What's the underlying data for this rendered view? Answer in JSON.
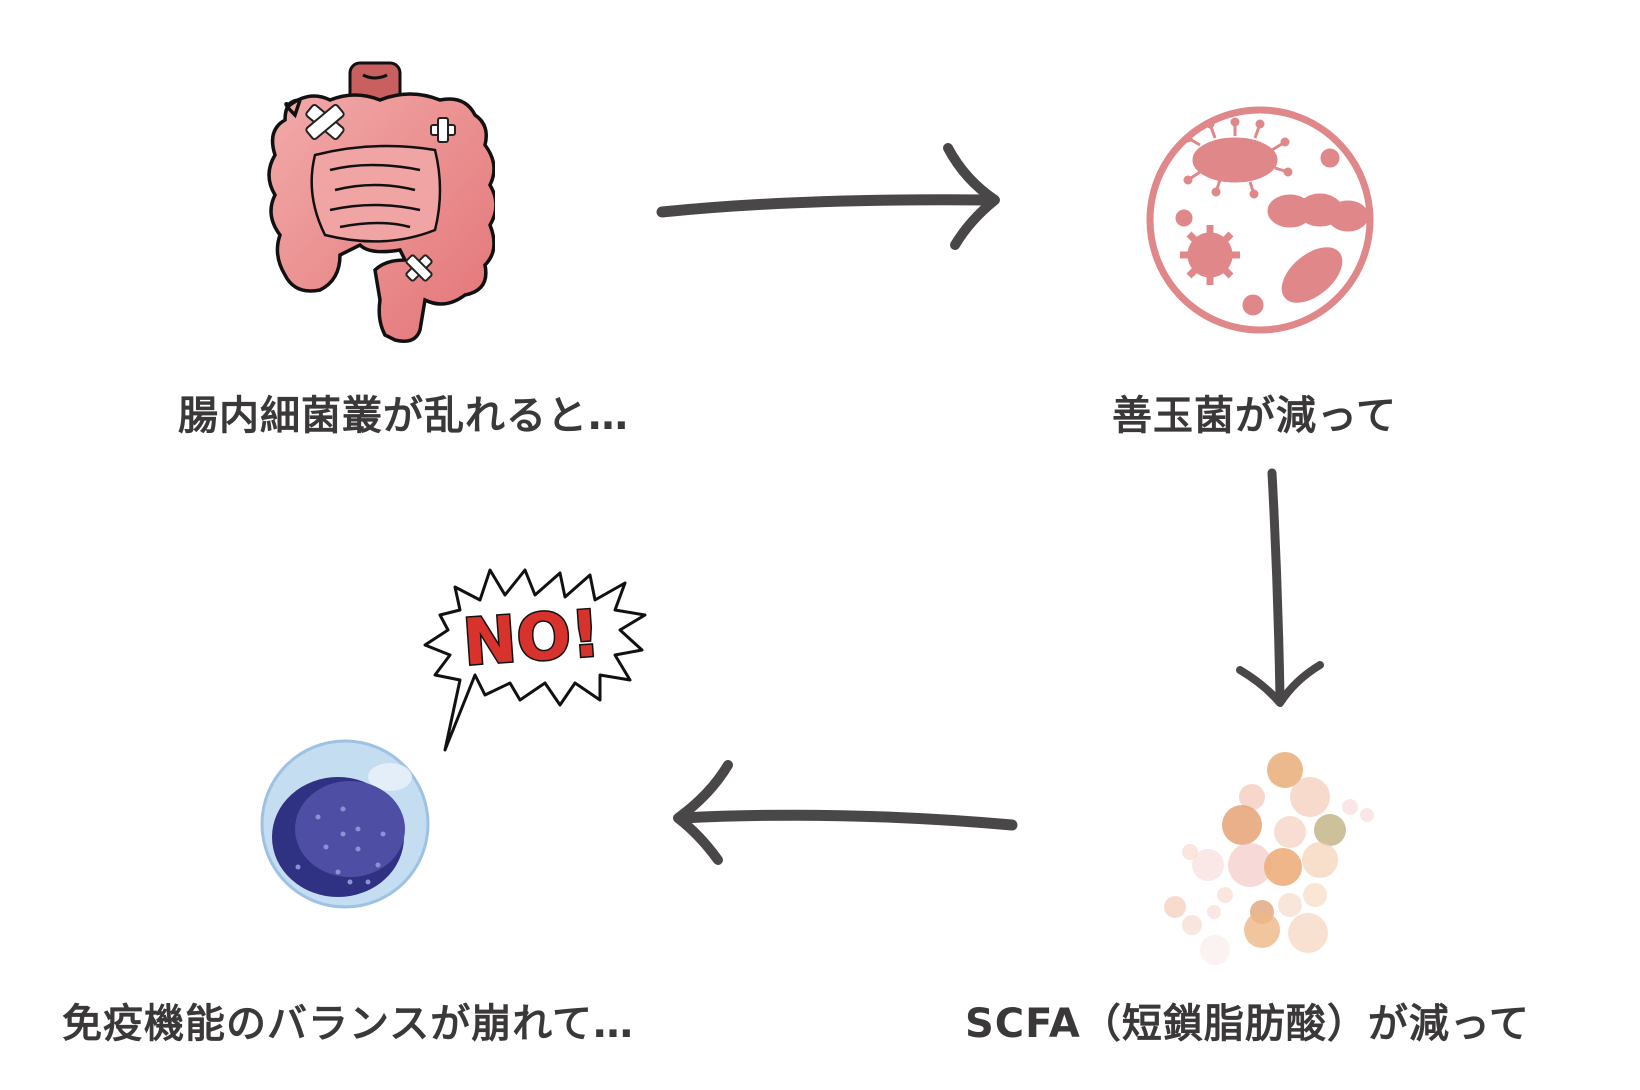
{
  "diagram": {
    "steps": [
      {
        "id": "dysbiosis",
        "label": "腸内細菌叢が乱れると…",
        "icon": "intestine-icon"
      },
      {
        "id": "good-bacteria",
        "label": "善玉菌が減って",
        "icon": "bacteria-petri-icon"
      },
      {
        "id": "scfa",
        "label": "SCFA（短鎖脂肪酸）が減って",
        "icon": "bokeh-particles-icon"
      },
      {
        "id": "immune",
        "label": "免疫機能のバランスが崩れて…",
        "icon": "immune-cell-icon"
      }
    ],
    "speech_bubble": {
      "text": "NO!"
    },
    "arrows": [
      "right",
      "down",
      "left"
    ],
    "colors": {
      "text": "#3a3839",
      "arrow": "#4a4748",
      "intestine": "#e8878a",
      "bacteria": "#e0878a",
      "scfa": "#eeb48a",
      "cell_outer": "#bcd6ee",
      "cell_nucleus": "#3b3f93",
      "no_text": "#d8322c"
    }
  }
}
